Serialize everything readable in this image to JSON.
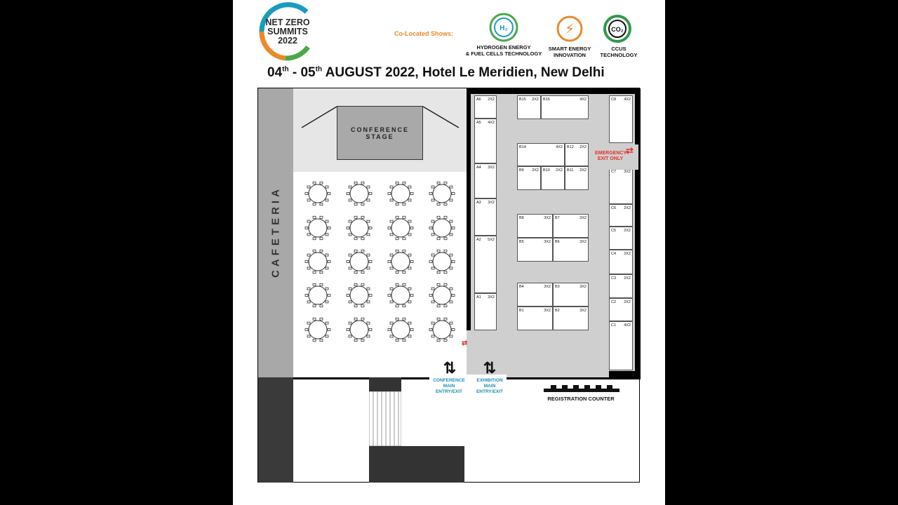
{
  "header": {
    "logo_lines": [
      "NET ZERO",
      "SUMMITS",
      "2022"
    ],
    "colocated_label": "Co-Located Shows:",
    "shows": [
      {
        "icon": "hydrogen-icon",
        "lines": [
          "HYDROGEN ENERGY",
          "& FUEL CELLS TECHNOLOGY"
        ],
        "glyph": "H₂"
      },
      {
        "icon": "energy-bolt-icon",
        "lines": [
          "SMART ENERGY",
          "INNOVATION"
        ],
        "glyph": "⚡"
      },
      {
        "icon": "co2-icon",
        "lines": [
          "CCUS",
          "TECHNOLOGY"
        ],
        "glyph": "CO₂"
      }
    ],
    "title_day1": "04",
    "title_sup": "th",
    "title_dash": " - 05",
    "title_rest": " AUGUST 2022, Hotel Le Meridien, New Delhi"
  },
  "plan": {
    "cafeteria": "CAFETERIA",
    "stage": [
      "CONFERENCE",
      "STAGE"
    ],
    "emergency": [
      "EMERGENCY",
      "EXIT ONLY"
    ],
    "conference_entry": [
      "CONFERENCE",
      "MAIN",
      "ENTRY/EXIT"
    ],
    "exhibition_entry": [
      "EXHIBITION",
      "MAIN",
      "ENTRY/EXIT"
    ],
    "registration": "REGISTRATION COUNTER",
    "booths": [
      {
        "id": "A6",
        "size": "2X2"
      },
      {
        "id": "A5",
        "size": "4X2"
      },
      {
        "id": "A4",
        "size": "3X2"
      },
      {
        "id": "A3",
        "size": "3X2"
      },
      {
        "id": "A2",
        "size": "5X2"
      },
      {
        "id": "A1",
        "size": "3X2"
      },
      {
        "id": "B15",
        "size": "2X2"
      },
      {
        "id": "B16",
        "size": "4X2"
      },
      {
        "id": "B14",
        "size": "4X2"
      },
      {
        "id": "B12",
        "size": "2X2"
      },
      {
        "id": "B9",
        "size": "2X2"
      },
      {
        "id": "B10",
        "size": "2X2"
      },
      {
        "id": "B11",
        "size": "2X2"
      },
      {
        "id": "B8",
        "size": "3X2"
      },
      {
        "id": "B7",
        "size": "3X2"
      },
      {
        "id": "B5",
        "size": "3X2"
      },
      {
        "id": "B6",
        "size": "3X2"
      },
      {
        "id": "B4",
        "size": "3X2"
      },
      {
        "id": "B3",
        "size": "3X2"
      },
      {
        "id": "B1",
        "size": "3X2"
      },
      {
        "id": "B2",
        "size": "3X2"
      },
      {
        "id": "C8",
        "size": "4X2"
      },
      {
        "id": "C7",
        "size": "3X2"
      },
      {
        "id": "C6",
        "size": "2X2"
      },
      {
        "id": "C5",
        "size": "2X2"
      },
      {
        "id": "C4",
        "size": "2X2"
      },
      {
        "id": "C3",
        "size": "2X2"
      },
      {
        "id": "C2",
        "size": "2X2"
      },
      {
        "id": "C1",
        "size": "4X2"
      }
    ]
  }
}
